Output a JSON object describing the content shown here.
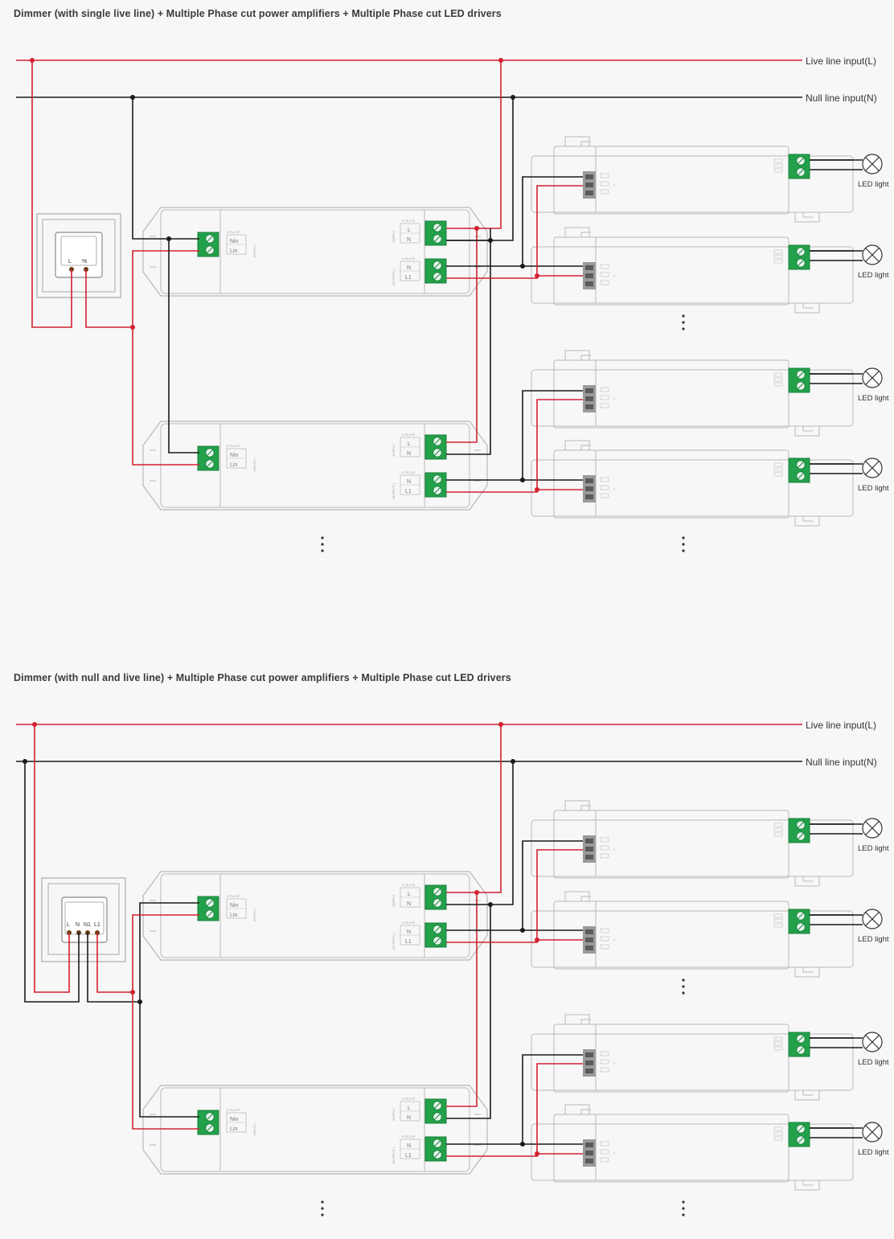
{
  "diagram1": {
    "title": "Dimmer (with single live line) + Multiple Phase cut power amplifiers + Multiple Phase cut LED drivers",
    "dimmer_labels": [
      "L",
      "%"
    ]
  },
  "diagram2": {
    "title": "Dimmer (with null and live line) + Multiple Phase cut power amplifiers + Multiple Phase cut LED drivers",
    "dimmer_labels": [
      "L",
      "N",
      "N1",
      "L1"
    ]
  },
  "rails": {
    "live_label": "Live line input(L)",
    "null_label": "Null line input(N)"
  },
  "amplifier": {
    "input_pins": [
      "Nin",
      "Lin"
    ],
    "input_text": "INPUT( )",
    "supply_pins": [
      "L",
      "N"
    ],
    "supply_text": "SUPPLY",
    "output_pins": [
      "N",
      "L1"
    ],
    "output_text": "OUTPUT( )",
    "spec_text": "0.75-2.5²"
  },
  "led_driver": {
    "lamp_label": "LED light"
  },
  "continuation": "⋮",
  "colors": {
    "live": "#d32030",
    "null": "#1a1a1a",
    "terminal": "#23a04a",
    "outline": "#b8b8b8"
  }
}
